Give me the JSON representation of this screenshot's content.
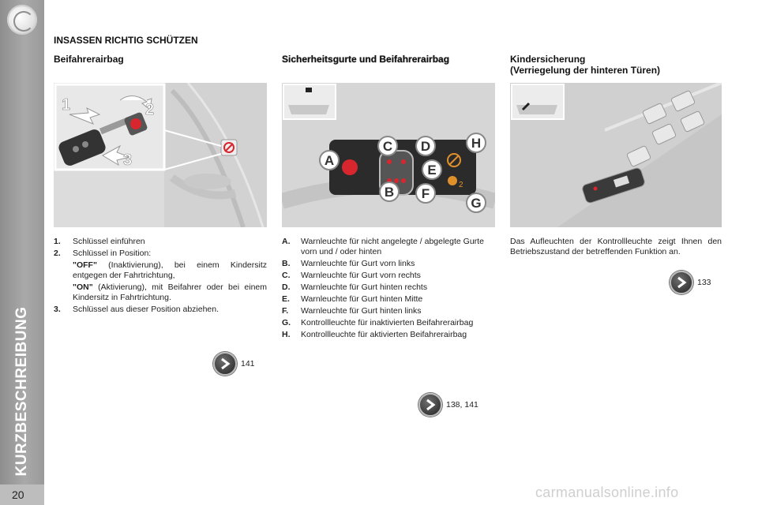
{
  "sidebar": {
    "section_label": "KURZBESCHREIBUNG",
    "page_number": "20"
  },
  "page": {
    "title": "INSASSEN RICHTIG SCHÜTZEN"
  },
  "col1": {
    "heading": "Beifahrerairbag",
    "items": [
      {
        "num": "1.",
        "text": "Schlüssel einführen"
      },
      {
        "num": "2.",
        "text": "Schlüssel in Position:"
      },
      {
        "num": "3.",
        "text": "Schlüssel aus dieser Position abziehen."
      }
    ],
    "sub": [
      {
        "key": "\"OFF\"",
        "text": " (Inaktivierung), bei einem Kindersitz entgegen der Fahrtrichtung,"
      },
      {
        "key": "\"ON\"",
        "text": " (Aktivierung), mit Beifahrer oder bei einem Kindersitz in Fahrtrichtung."
      }
    ],
    "ref": "141",
    "illustration_labels": [
      "1",
      "2",
      "3"
    ]
  },
  "col2": {
    "heading": "Sicherheitsgurte und Beifahrerairbag",
    "items": [
      {
        "key": "A.",
        "text": "Warnleuchte für nicht angelegte / abgelegte Gurte vorn und / oder hinten"
      },
      {
        "key": "B.",
        "text": "Warnleuchte für Gurt vorn links"
      },
      {
        "key": "C.",
        "text": "Warnleuchte für Gurt vorn rechts"
      },
      {
        "key": "D.",
        "text": "Warnleuchte für Gurt hinten rechts"
      },
      {
        "key": "E.",
        "text": "Warnleuchte für Gurt hinten Mitte"
      },
      {
        "key": "F.",
        "text": "Warnleuchte für Gurt hinten links"
      },
      {
        "key": "G.",
        "text": "Kontrollleuchte für inaktivierten Beifahrerairbag"
      },
      {
        "key": "H.",
        "text": "Kontrollleuchte für aktivierten Beifahrerairbag"
      }
    ],
    "ref": "138, 141",
    "illustration_labels": [
      "A",
      "B",
      "C",
      "D",
      "E",
      "F",
      "G",
      "H"
    ],
    "indicator_label": "2"
  },
  "col3": {
    "heading_line1": "Kindersicherung",
    "heading_line2": "(Verriegelung der hinteren Türen)",
    "text": "Das Aufleuchten der Kontrollleuchte zeigt Ihnen den Betriebszustand der betreffenden Funktion an.",
    "ref": "133"
  },
  "watermark": "carmanualsonline.info",
  "colors": {
    "sidebar": "#a0a0a0",
    "panel": "#dcdcdc",
    "warning_orange": "#e0902a",
    "warning_red": "#d8262f"
  }
}
